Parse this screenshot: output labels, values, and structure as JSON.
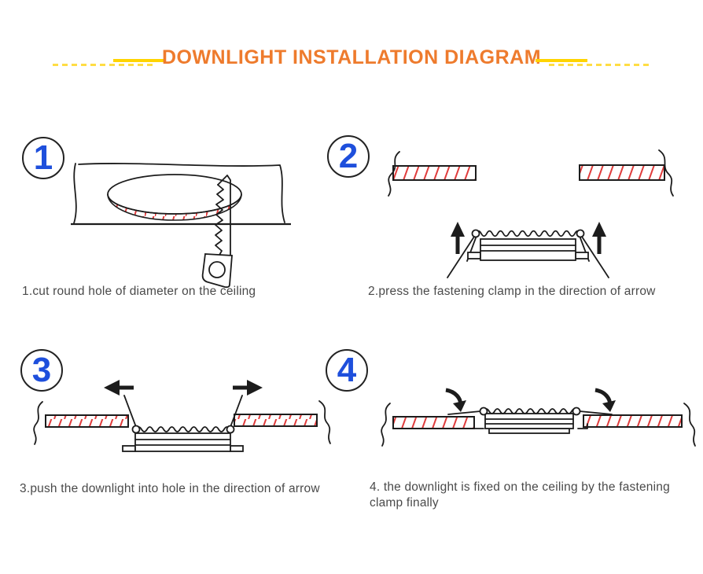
{
  "header": {
    "title": "DOWNLIGHT INSTALLATION DIAGRAM"
  },
  "steps": [
    {
      "number": "1",
      "caption": "1.cut round hole of diameter  on the ceiling"
    },
    {
      "number": "2",
      "caption": "2.press the fastening clamp in the direction of arrow"
    },
    {
      "number": "3",
      "caption": "3.push the downlight into hole in the direction of arrow"
    },
    {
      "number": "4",
      "caption": "4. the downlight is fixed on the ceiling by the fastening clamp finally"
    }
  ],
  "colors": {
    "background": "#FFFFFF",
    "title_orange": "#EE7B2D",
    "decor_yellow_solid": "#FFD400",
    "decor_yellow_dash": "#FFDD44",
    "step_number_blue": "#1E4FDC",
    "diagram_line": "#1C1C1C",
    "hatch_red": "#E03C3C",
    "caption_gray": "#4A4A4A"
  }
}
